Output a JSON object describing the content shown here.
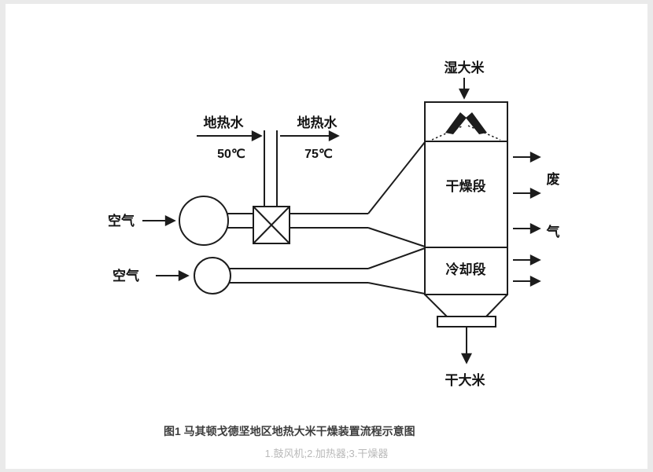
{
  "figure": {
    "caption": "图1 马其顿戈德坚地区地热大米干燥装置流程示意图",
    "legend": "1.鼓风机;2.加热器;3.干燥器"
  },
  "diagram": {
    "type": "process-flow-schematic",
    "labels": {
      "wet_rice": "湿大米",
      "dry_rice": "干大米",
      "geothermal_water_1": "地热水",
      "geothermal_water_2": "地热水",
      "temp_1": "50℃",
      "temp_2": "75℃",
      "air_1": "空气",
      "air_2": "空气",
      "drying_section": "干燥段",
      "cooling_section": "冷却段",
      "waste_gas_char_1": "废",
      "waste_gas_char_2": "气"
    },
    "colors": {
      "line": "#1c1c1c",
      "caption_text": "#3d3d3d",
      "legend_text": "#b9b9b9",
      "page_edge": "#eaeaea"
    }
  }
}
